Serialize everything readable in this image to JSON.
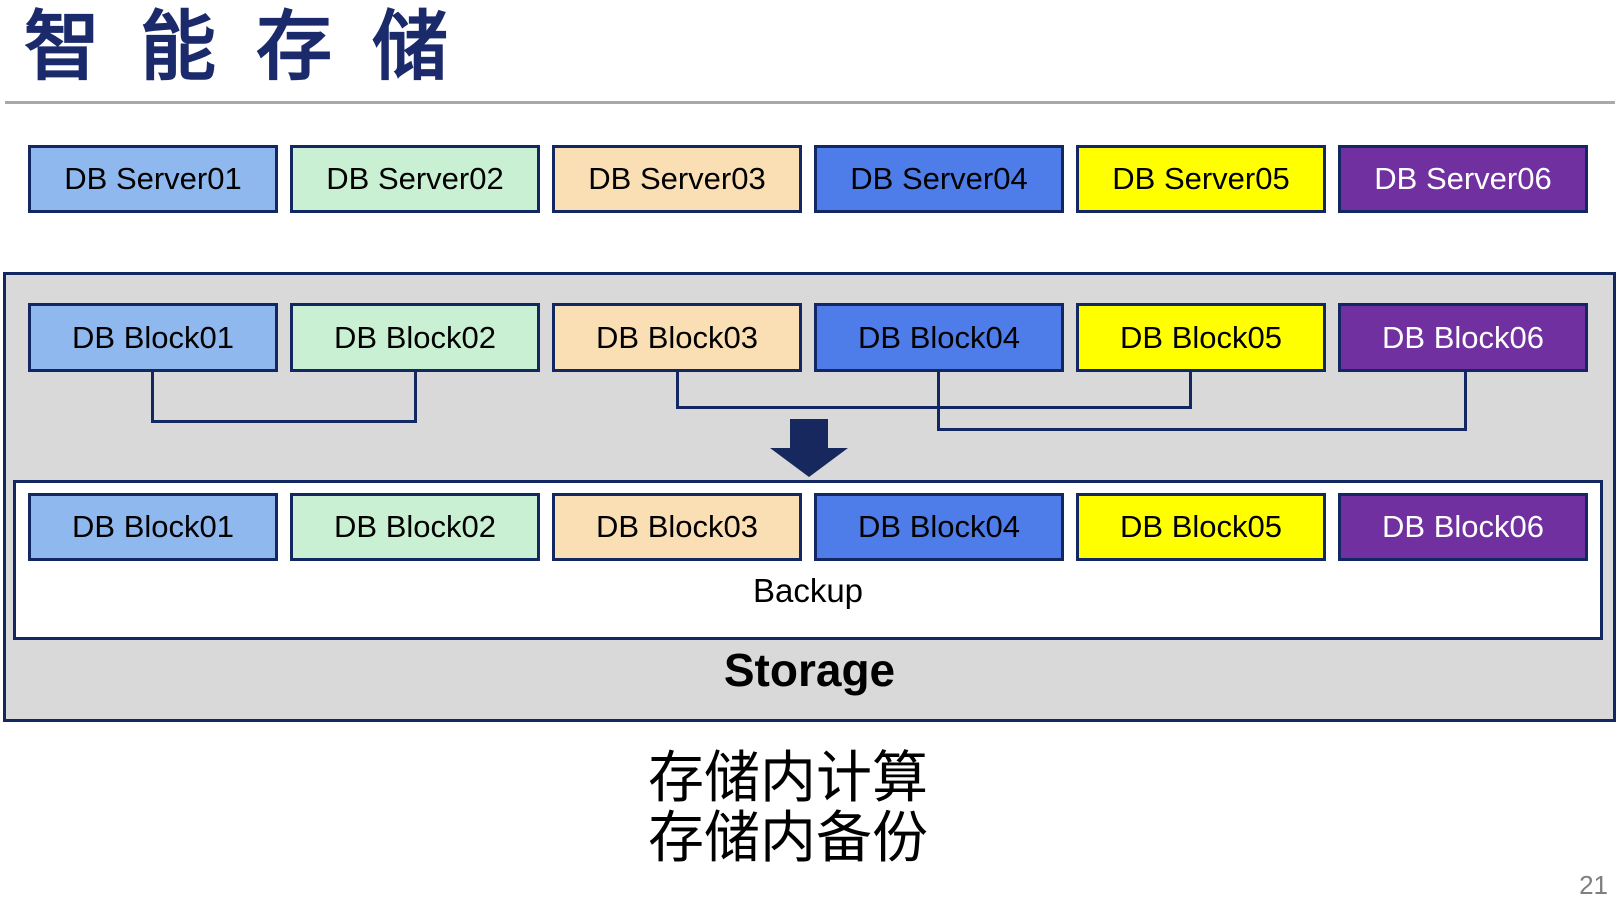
{
  "title": "智能存储",
  "page_number": "21",
  "colors": {
    "title_text": "#1B2A6B",
    "navy_border": "#132862",
    "container_fill": "#D9D9D9",
    "arrow": "#17285E",
    "divider": "#A9A9A9",
    "page_number_text": "#7F7F7F",
    "palette": [
      "#8FB8EE",
      "#C9F0D3",
      "#FADEB4",
      "#4E7CE9",
      "#FFFF00",
      "#7030A0"
    ]
  },
  "servers": {
    "items": [
      {
        "label": "DB Server01",
        "bg": "#8FB8EE",
        "fg": "#000000"
      },
      {
        "label": "DB Server02",
        "bg": "#C9F0D3",
        "fg": "#000000"
      },
      {
        "label": "DB Server03",
        "bg": "#FADEB4",
        "fg": "#000000"
      },
      {
        "label": "DB Server04",
        "bg": "#4E7CE9",
        "fg": "#000000"
      },
      {
        "label": "DB Server05",
        "bg": "#FFFF00",
        "fg": "#000000"
      },
      {
        "label": "DB Server06",
        "bg": "#7030A0",
        "fg": "#FFFFFF"
      }
    ]
  },
  "storage": {
    "blocks_top": {
      "items": [
        {
          "label": "DB Block01",
          "bg": "#8FB8EE",
          "fg": "#000000"
        },
        {
          "label": "DB Block02",
          "bg": "#C9F0D3",
          "fg": "#000000"
        },
        {
          "label": "DB Block03",
          "bg": "#FADEB4",
          "fg": "#000000"
        },
        {
          "label": "DB Block04",
          "bg": "#4E7CE9",
          "fg": "#000000"
        },
        {
          "label": "DB Block05",
          "bg": "#FFFF00",
          "fg": "#000000"
        },
        {
          "label": "DB Block06",
          "bg": "#7030A0",
          "fg": "#FFFFFF"
        }
      ]
    },
    "blocks_bottom": {
      "items": [
        {
          "label": "DB Block01",
          "bg": "#8FB8EE",
          "fg": "#000000"
        },
        {
          "label": "DB Block02",
          "bg": "#C9F0D3",
          "fg": "#000000"
        },
        {
          "label": "DB Block03",
          "bg": "#FADEB4",
          "fg": "#000000"
        },
        {
          "label": "DB Block04",
          "bg": "#4E7CE9",
          "fg": "#000000"
        },
        {
          "label": "DB Block05",
          "bg": "#FFFF00",
          "fg": "#000000"
        },
        {
          "label": "DB Block06",
          "bg": "#7030A0",
          "fg": "#FFFFFF"
        }
      ]
    },
    "backup_label": "Backup",
    "storage_label": "Storage"
  },
  "caption": {
    "line1": "存储内计算",
    "line2": "存储内备份"
  }
}
